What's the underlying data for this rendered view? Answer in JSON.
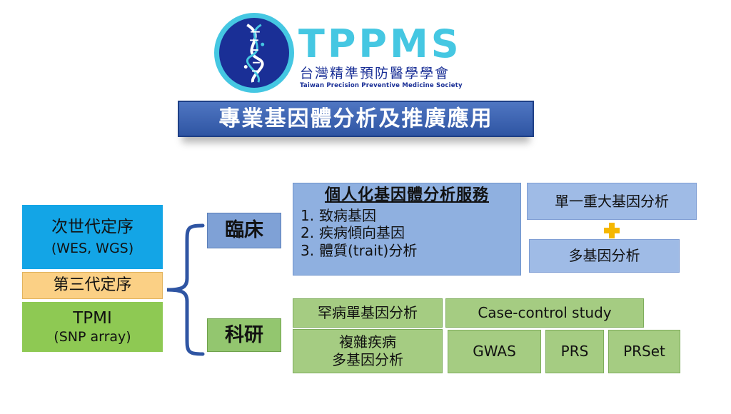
{
  "logo": {
    "acronym": "TPPMS",
    "chinese_name": "台灣精準預防醫學學會",
    "english_name": "Taiwan Precision Preventive Medicine Society"
  },
  "banner": {
    "title": "專業基因體分析及推廣應用"
  },
  "left": {
    "ngs_title": "次世代定序",
    "ngs_sub": "(WES, WGS)",
    "third_gen": "第三代定序",
    "tpmi_title": "TPMI",
    "tpmi_sub": "(SNP array)"
  },
  "sections": {
    "clinical": "臨床",
    "research": "科研"
  },
  "clinical": {
    "service_title": "個人化基因體分析服務",
    "service_items": [
      {
        "num": "1.",
        "label": "致病基因"
      },
      {
        "num": "2.",
        "label": "疾病傾向基因"
      },
      {
        "num": "3.",
        "label": "體質(trait)分析"
      }
    ],
    "single_gene": "單一重大基因分析",
    "multi_gene": "多基因分析"
  },
  "research": {
    "rare": "罕病單基因分析",
    "case_control": "Case-control study",
    "complex_line1": "複雜疾病",
    "complex_line2": "多基因分析",
    "gwas": "GWAS",
    "prs": "PRS",
    "prset": "PRSet"
  },
  "colors": {
    "brand_navy": "#1a2f96",
    "brand_cyan": "#45c7e2",
    "banner_blue": "#2f55a3",
    "ngs_blue": "#13a5e6",
    "third_orange": "#fbd085",
    "tpmi_green": "#8ec953",
    "clinical_blue": "#8fb0e0",
    "research_green": "#a5cc82",
    "plus_orange": "#f5b700"
  }
}
